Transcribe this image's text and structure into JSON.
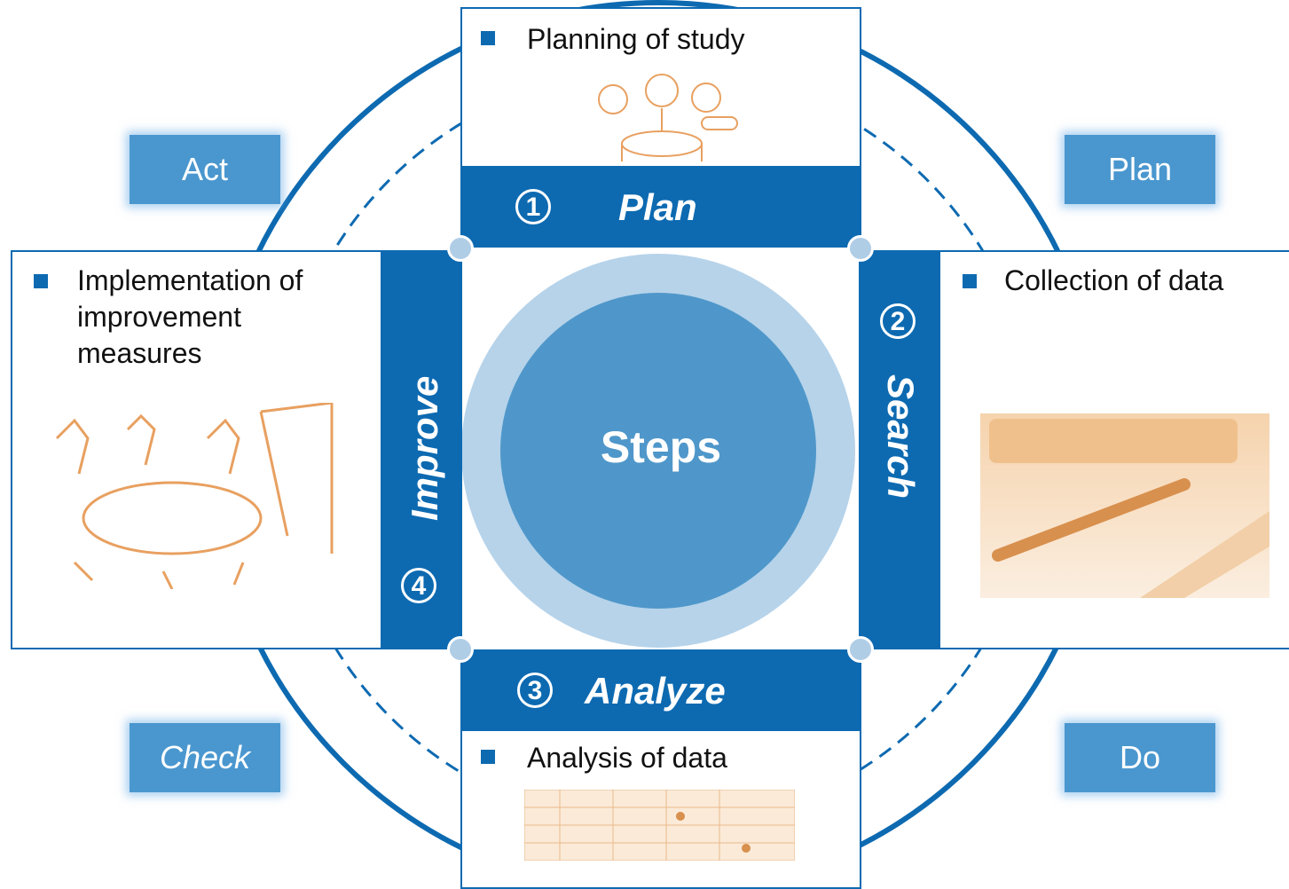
{
  "center": {
    "label": "Steps"
  },
  "steps": [
    {
      "number": "1",
      "label": "Plan",
      "description": "Planning of study"
    },
    {
      "number": "2",
      "label": "Search",
      "description": "Collection of data"
    },
    {
      "number": "3",
      "label": "Analyze",
      "description": "Analysis of data"
    },
    {
      "number": "4",
      "label": "Improve",
      "description": "Implementation of improvement measures"
    }
  ],
  "pdca": {
    "act": "Act",
    "plan": "Plan",
    "check": "Check",
    "do": "Do"
  },
  "colors": {
    "primary": "#0d6ab1",
    "accent": "#4a97cf",
    "ring": "#b6d3ea",
    "sketch": "#e8a060"
  }
}
